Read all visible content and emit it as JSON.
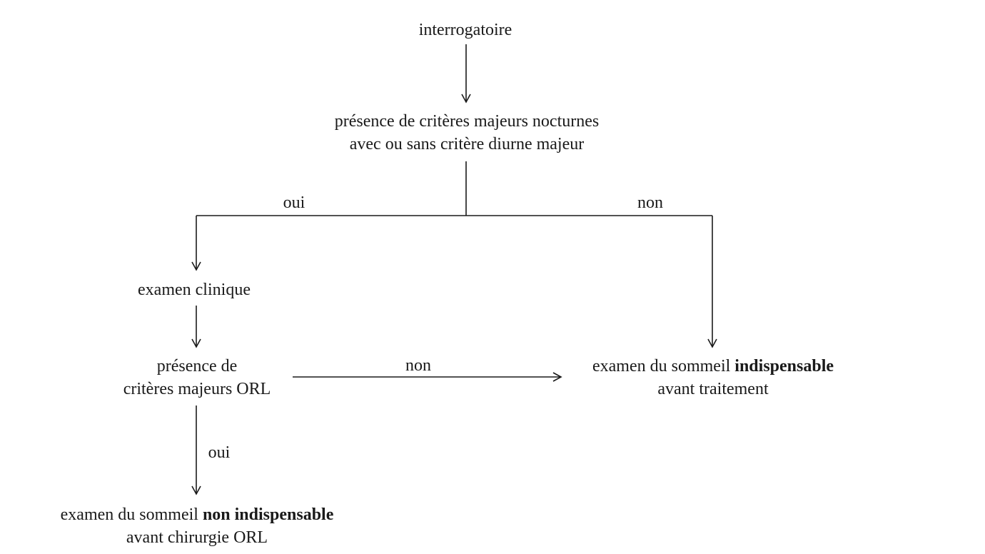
{
  "nodes": {
    "interrogatoire": {
      "line1": "interrogatoire"
    },
    "criteres_nocturnes": {
      "line1": "présence de critères majeurs nocturnes",
      "line2": "avec ou sans critère diurne majeur"
    },
    "examen_clinique": {
      "line1": "examen clinique"
    },
    "criteres_orl": {
      "line1": "présence de",
      "line2": "critères majeurs ORL"
    },
    "sommeil_indispensable": {
      "line1_plain": "examen du sommeil ",
      "line1_bold": "indispensable",
      "line2": "avant traitement"
    },
    "sommeil_non_indispensable": {
      "line1_plain": "examen du sommeil ",
      "line1_bold": "non indispensable",
      "line2": "avant chirurgie ORL"
    }
  },
  "edge_labels": {
    "oui_left": "oui",
    "non_right": "non",
    "non_orl": "non",
    "oui_orl": "oui"
  },
  "colors": {
    "ink": "#1a1a1a",
    "background": "#ffffff"
  }
}
